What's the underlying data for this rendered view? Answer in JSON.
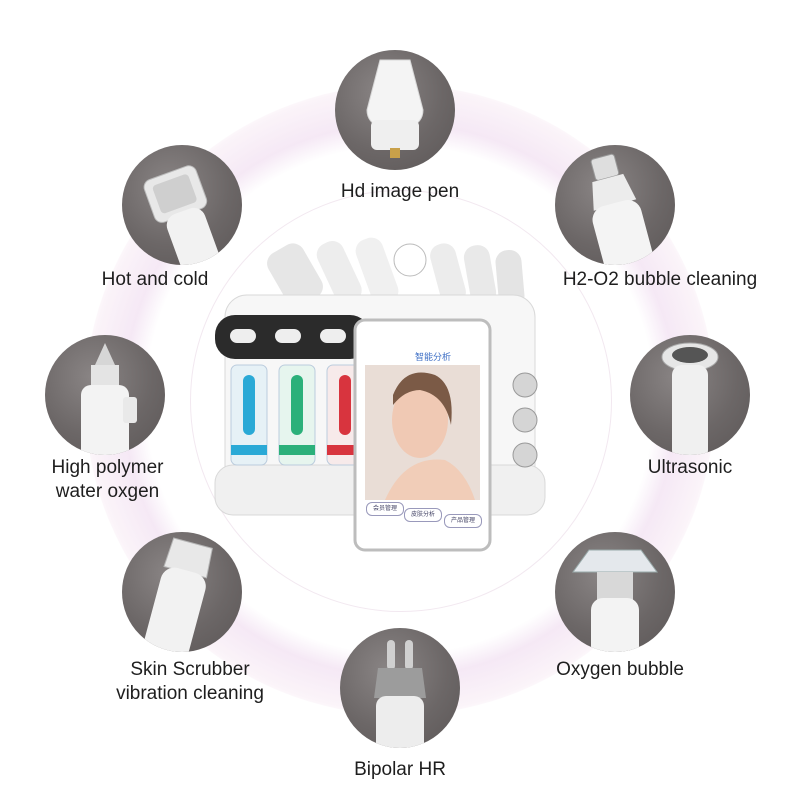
{
  "features": {
    "hd_image_pen": "Hd image pen",
    "hot_and_cold": "Hot and cold",
    "h2o2_bubble_cleaning": "H2-O2 bubble cleaning",
    "high_polymer_line1": "High polymer",
    "high_polymer_line2": "water oxgen",
    "ultrasonic": "Ultrasonic",
    "skin_scrubber_line1": "Skin Scrubber",
    "skin_scrubber_line2": "vibration cleaning",
    "oxygen_bubble": "Oxygen bubble",
    "bipolar_hr": "Bipolar HR"
  },
  "screen": {
    "title": "智能分析",
    "buttons": [
      "会员管理",
      "皮肤分析",
      "产品管理"
    ]
  },
  "colors": {
    "badge": "#6c6767",
    "ring": "#f3e6f3",
    "tank_blue": "#2aa9d6",
    "tank_green": "#2bb07a",
    "tank_red": "#d8343e"
  }
}
